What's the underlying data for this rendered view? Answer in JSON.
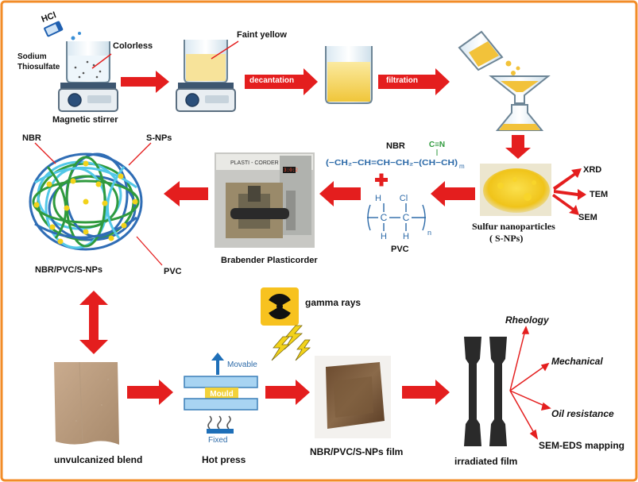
{
  "colors": {
    "frame": "#f28c28",
    "arrow": "#e41e1e",
    "nbr_fiber": "#2f6db5",
    "nbr_fiber_light": "#53c8e8",
    "pvc_fiber": "#2f9a3d",
    "sulfur": "#f2c40f",
    "beaker_liquid": "#f5e08a",
    "mould": "#f3d23a",
    "plate": "#9fcff0"
  },
  "step1": {
    "reagent": "HCl",
    "sodium": "Sodium",
    "thiosulfate": "Thiosulfate",
    "colorless": "Colorless",
    "stirrer": "Magnetic stirrer",
    "faint_yellow": "Faint yellow"
  },
  "arrows": {
    "decantation": "decantation",
    "filtration": "filtration"
  },
  "sulfur": {
    "name": "Sulfur nanoparticles",
    "abbr": "( S-NPs)",
    "techniques": [
      "XRD",
      "TEM",
      "SEM"
    ]
  },
  "nbr_formula": {
    "title": "NBR",
    "nitrile": "C≡N",
    "chain": "(−CH₂−CH=CH−CH₂−(CH−CH)",
    "sub": "m"
  },
  "pvc_formula": {
    "h_top": "H",
    "cl": "Cl",
    "c1": "C",
    "c2": "C",
    "h_bot1": "H",
    "h_bot2": "H",
    "sub": "n",
    "name": "PVC",
    "plus": "+"
  },
  "brabender": {
    "label": "Brabender Plasticorder",
    "screen": "PLASTI - CORDER",
    "display": "3:0:2"
  },
  "network": {
    "nbr": "NBR",
    "snps": "S-NPs",
    "pvc": "PVC",
    "blend": "NBR/PVC/S-NPs"
  },
  "radiation": {
    "label": "gamma rays"
  },
  "process": {
    "unvulcanized": "unvulcanized blend",
    "movable": "Movable",
    "mould": "Mould",
    "fixed": "Fixed",
    "hot_press": "Hot press",
    "film": "NBR/PVC/S-NPs film",
    "irradiated": "irradiated film"
  },
  "tests": [
    "Rheology",
    "Mechanical",
    "Oil resistance",
    "SEM-EDS mapping"
  ]
}
